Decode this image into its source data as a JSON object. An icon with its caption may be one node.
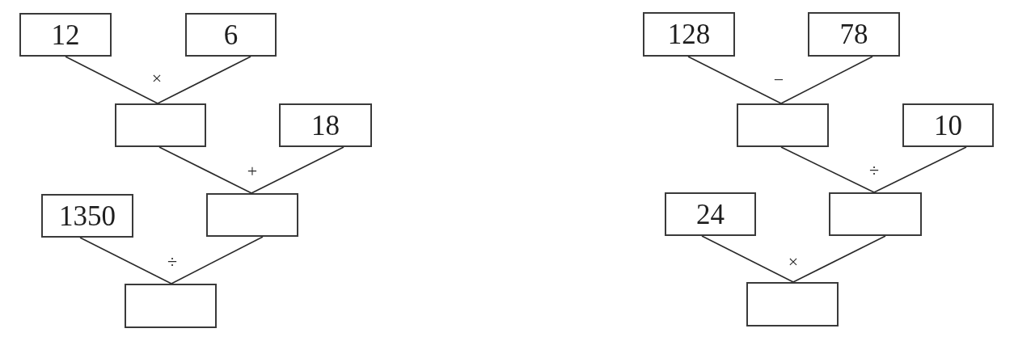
{
  "diagram": {
    "nodes": [
      {
        "text": [
          "12"
        ]
      },
      {
        "text": [
          "6"
        ]
      },
      {
        "text": [],
        "shape": "box"
      },
      {
        "text": [
          "18"
        ]
      },
      {
        "text": [
          "1350"
        ]
      },
      {
        "text": [],
        "shape": "box"
      },
      {
        "text": [],
        "shape": "box"
      },
      {
        "text": [
          "128"
        ]
      },
      {
        "text": [
          "78"
        ]
      },
      {
        "text": [],
        "shape": "box"
      },
      {
        "text": [
          "10"
        ]
      },
      {
        "text": [
          "24"
        ]
      },
      {
        "text": [],
        "shape": "box"
      },
      {
        "text": [],
        "shape": "box"
      }
    ],
    "edges": [
      {
        "from": 0,
        "to": 2,
        "arrow": "none"
      },
      {
        "from": 1,
        "to": 2,
        "arrow": "none"
      },
      {
        "from": 2,
        "to": 5,
        "arrow": "none"
      },
      {
        "from": 3,
        "to": 5,
        "arrow": "none"
      },
      {
        "from": 4,
        "to": 6,
        "arrow": "none"
      },
      {
        "from": 5,
        "to": 6,
        "arrow": "none"
      },
      {
        "from": 7,
        "to": 9,
        "arrow": "none"
      },
      {
        "from": 8,
        "to": 9,
        "arrow": "none"
      },
      {
        "from": 9,
        "to": 12,
        "arrow": "none"
      },
      {
        "from": 10,
        "to": 12,
        "arrow": "none"
      },
      {
        "from": 11,
        "to": 13,
        "arrow": "none"
      },
      {
        "from": 12,
        "to": 13,
        "arrow": "none"
      }
    ],
    "labels": [
      "×",
      "+",
      "÷",
      "−",
      "÷",
      "×"
    ]
  }
}
